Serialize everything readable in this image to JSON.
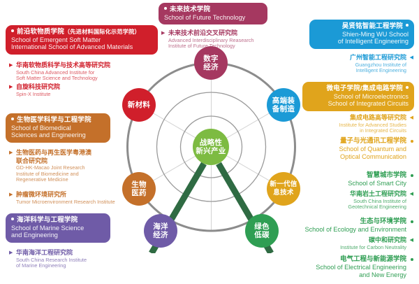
{
  "colors": {
    "red": "#d01f2b",
    "crimson": "#c8102e",
    "magenta": "#a53860",
    "orange": "#c4702a",
    "purple": "#6f5ba7",
    "blue": "#1b9ad6",
    "gold": "#e0a41c",
    "green": "#2f9e53",
    "darkgreen": "#2f6b43",
    "centergreen": "#7dbb42",
    "teal": "#1e8f4e",
    "ring": "#8c8c8c",
    "spoke": "#cfcfcf"
  },
  "wheel": {
    "center": {
      "name": "center-node",
      "label_line1": "战略性",
      "label_line2": "新兴产业",
      "color": "#7dbb42"
    },
    "nodes": [
      {
        "name": "digital-economy",
        "line1": "数字",
        "line2": "经济",
        "color": "#a53860"
      },
      {
        "name": "high-end-equipment",
        "line1": "高端装",
        "line2": "备制造",
        "color": "#1b9ad6"
      },
      {
        "name": "next-gen-it",
        "line1": "新一代信",
        "line2": "息技术",
        "color": "#e0a41c"
      },
      {
        "name": "green-low-carbon",
        "line1": "绿色",
        "line2": "低碳",
        "color": "#2f9e53"
      },
      {
        "name": "marine-economy",
        "line1": "海洋",
        "line2": "经济",
        "color": "#6f5ba7"
      },
      {
        "name": "biomedicine",
        "line1": "生物",
        "line2": "医药",
        "color": "#c4702a"
      },
      {
        "name": "new-materials",
        "line1": "新材料",
        "line2": "",
        "color": "#d01f2b"
      }
    ]
  },
  "left_column": [
    {
      "name": "school-emergent-soft-matter",
      "color": "#d01f2b",
      "cn": "前沿软物质学院",
      "cn_paren": "（先进材料国际化示范学院）",
      "en1": "School of Emergent Soft Matter",
      "en2": "International School of Advanced Materials",
      "institutes": [
        {
          "name": "south-china-advanced-institute-soft-matter",
          "cn1": "华南软物质科学与技术高等研究院",
          "cn2": "",
          "en1": "South China Advanced Institute for",
          "en2": "Soft Matter Science and Technology",
          "en3": ""
        },
        {
          "name": "spin-x-institute",
          "cn1": "自旋科技研究院",
          "cn2": "",
          "en1": "Spin-X Institute",
          "en2": "",
          "en3": ""
        }
      ]
    },
    {
      "name": "school-biomedical-sciences-engineering",
      "color": "#c4702a",
      "cn": "生物医学科学与工程学院",
      "cn_paren": "",
      "en1": "School of Biomedical",
      "en2": "Sciences and Engineering",
      "institutes": [
        {
          "name": "gd-hk-macao-joint-research-institute",
          "cn1": "生物医药与再生医学粤港澳",
          "cn2": "联合研究院",
          "en1": "GD-HK-Macao Joint Research",
          "en2": "Institute of Biomedicine and",
          "en3": "Regenerative Medicine"
        },
        {
          "name": "tumor-microenvironment-research-institute",
          "cn1": "肿瘤微环境研究所",
          "cn2": "",
          "en1": "Tumor Microenvironment Research Institute",
          "en2": "",
          "en3": ""
        }
      ]
    },
    {
      "name": "school-marine-science-engineering",
      "color": "#6f5ba7",
      "cn": "海洋科学与工程学院",
      "cn_paren": "",
      "en1": "School of Marine Science",
      "en2": "and Engineering",
      "institutes": [
        {
          "name": "south-china-research-institute-marine-engineering",
          "cn1": "华南海洋工程研究院",
          "cn2": "",
          "en1": "South China Research Institute",
          "en2": "of Marine Engineering",
          "en3": ""
        }
      ]
    }
  ],
  "top_column": [
    {
      "name": "school-future-technology",
      "color": "#a53860",
      "cn": "未来技术学院",
      "cn_paren": "",
      "en1": "School of Future Technology",
      "en2": "",
      "institutes": [
        {
          "name": "advanced-interdisciplinary-research-institute-future-technology",
          "cn1": "未来技术前沿交叉研究院",
          "cn2": "",
          "en1": "Advanced Interdisciplinary Reasearch",
          "en2": "Institute of  Future Technology",
          "en3": ""
        }
      ]
    }
  ],
  "right_column": [
    {
      "name": "shien-ming-wu-school-intelligent-engineering",
      "color": "#1b9ad6",
      "cn": "吴贤铭智能工程学院",
      "en1": "Shien-Ming WU School",
      "en2": "of Intelligent Engineering",
      "institutes": [
        {
          "name": "guangzhou-institute-intelligent-engineering",
          "cn1": "广州智能工程研究院",
          "en1": "Guangzhou Institute of",
          "en2": "Intelligent Engineering"
        }
      ]
    },
    {
      "name": "school-microelectronics-integrated-circuits",
      "color": "#e0a41c",
      "cn": "微电子学院/集成电路学院",
      "en1": "School of Microelectronics",
      "en2": "School of Integrated Circuits",
      "institutes": [
        {
          "name": "institute-advanced-studies-integrated-circuits",
          "cn1": "集成电路高等研究院",
          "en1": "Institute for Advanced Studies",
          "en2": "in Integrated Circuits"
        }
      ]
    }
  ],
  "right_plain": [
    {
      "name": "school-quantum-optical-communication",
      "color": "#e0a41c",
      "cn": "量子与光通讯工程学院",
      "en1": "School of Quantum and",
      "en2": "Optical Communication",
      "institutes": []
    },
    {
      "name": "school-smart-city",
      "color": "#2f9e53",
      "cn": "智慧城市学院",
      "en1": "School of Smart City",
      "en2": "",
      "institutes": [
        {
          "name": "south-china-institute-geotechnical-engineering",
          "cn1": "华南岩土工程研究院",
          "en1": "South China Institute of",
          "en2": "Geotechnical Engineering"
        }
      ]
    },
    {
      "name": "school-ecology-environment",
      "color": "#2f9e53",
      "cn": "生态与环境学院",
      "en1": "School of Ecology and Environment",
      "en2": "",
      "institutes": [
        {
          "name": "institute-carbon-neutrality",
          "cn1": "碳中和研究院",
          "en1": "Institute for Carbon Neutrality",
          "en2": ""
        }
      ]
    },
    {
      "name": "school-electrical-engineering-new-energy",
      "color": "#2f9e53",
      "cn": "电气工程与新能源学院",
      "en1": "School of Electrical Engineering",
      "en2": "and New Energy",
      "institutes": []
    }
  ],
  "glyphs": {
    "triangle_left": "◀",
    "triangle_right": "▶",
    "bullet": "●"
  }
}
